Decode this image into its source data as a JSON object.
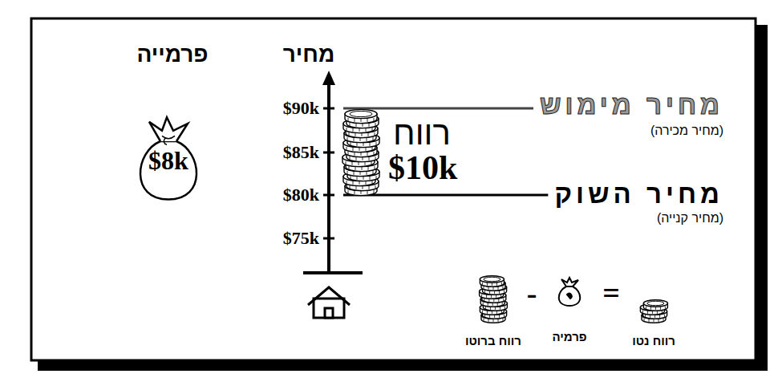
{
  "diagram": {
    "nodes": [
      {
        "text": [
          "$8k"
        ]
      }
    ],
    "labels": [
      "פרמייה",
      "מחיר",
      "$90k",
      "$85k",
      "$80k",
      "$75k",
      "מחיר מימוש",
      "(מחיר מכירה)",
      "רווח",
      "$10k",
      "מחיר השוק",
      "(מחיר קנייה)",
      "-",
      "=",
      "רווח ברוטו",
      "פרמיה",
      "רווח נטו"
    ]
  }
}
